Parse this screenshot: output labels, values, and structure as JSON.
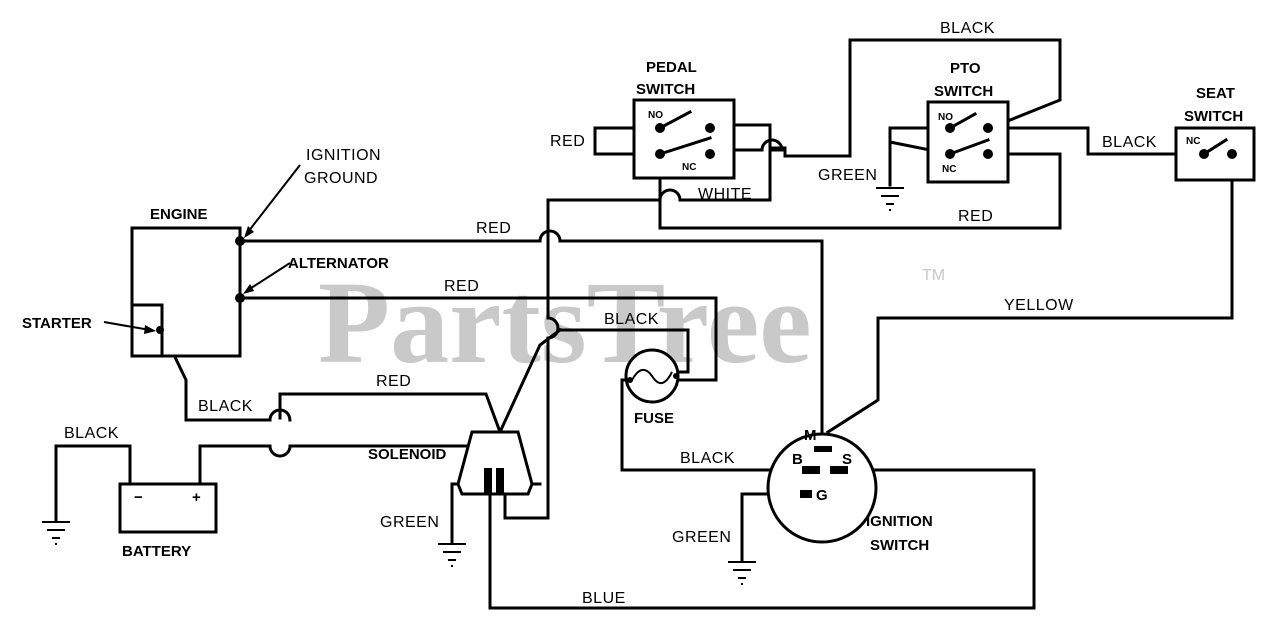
{
  "watermark": {
    "text": "PartsTree",
    "trademark": "TM"
  },
  "components": {
    "engine": "ENGINE",
    "starter": "STARTER",
    "ignition_ground": [
      "IGNITION",
      "GROUND"
    ],
    "alternator": "ALTERNATOR",
    "battery": "BATTERY",
    "battery_minus": "−",
    "battery_plus": "+",
    "solenoid": "SOLENOID",
    "fuse": "FUSE",
    "pedal_switch": [
      "PEDAL",
      "SWITCH"
    ],
    "pto_switch": [
      "PTO",
      "SWITCH"
    ],
    "seat_switch": [
      "SEAT",
      "SWITCH"
    ],
    "ignition_switch": [
      "IGNITION",
      "SWITCH"
    ],
    "contacts": {
      "no": "NO",
      "nc": "NC"
    },
    "terminals": {
      "m": "M",
      "b": "B",
      "s": "S",
      "g": "G"
    }
  },
  "wire_labels": {
    "red_pedal": "RED",
    "white": "WHITE",
    "black_top": "BLACK",
    "green_pto": "GREEN",
    "red_pto": "RED",
    "black_seat": "BLACK",
    "red_alt_top": "RED",
    "red_alt": "RED",
    "yellow": "YELLOW",
    "black_fuse": "BLACK",
    "red_solenoid": "RED",
    "black_starter": "BLACK",
    "black_battery": "BLACK",
    "black_b": "BLACK",
    "green_solenoid": "GREEN",
    "green_g": "GREEN",
    "blue": "BLUE"
  }
}
